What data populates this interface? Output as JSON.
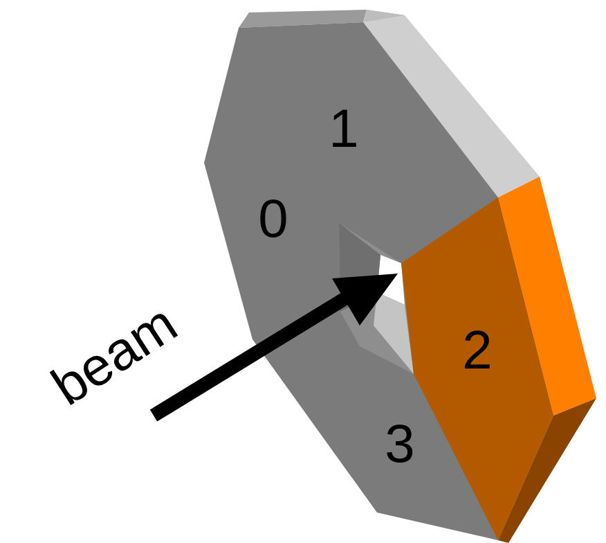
{
  "diagram": {
    "labels": [
      "1",
      "0",
      "2",
      "beam",
      "3"
    ]
  }
}
